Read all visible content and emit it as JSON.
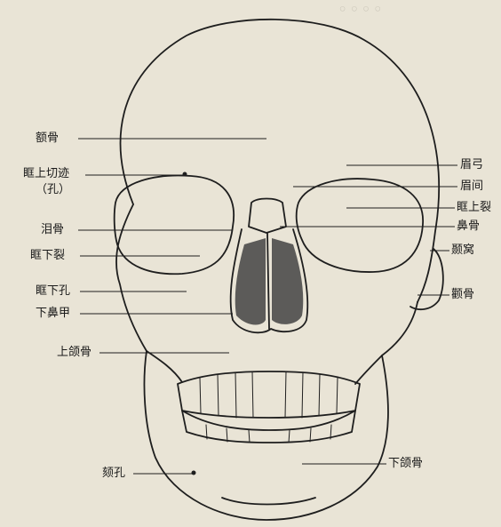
{
  "figure": {
    "labels": {
      "frontal": "额骨",
      "supraorbital_notch": "眶上切迹",
      "supraorbital_foramen": "（孔）",
      "lacrimal": "泪骨",
      "inferior_orbital_fissure": "眶下裂",
      "infraorbital_foramen": "眶下孔",
      "inferior_concha": "下鼻甲",
      "maxilla": "上颌骨",
      "mental_foramen": "颏孔",
      "superciliary_arch": "眉弓",
      "glabella": "眉间",
      "superior_orbital_fissure": "眶上裂",
      "nasal": "鼻骨",
      "temporal_fossa": "颞窝",
      "zygomatic": "颧骨",
      "mandible": "下颌骨"
    }
  }
}
